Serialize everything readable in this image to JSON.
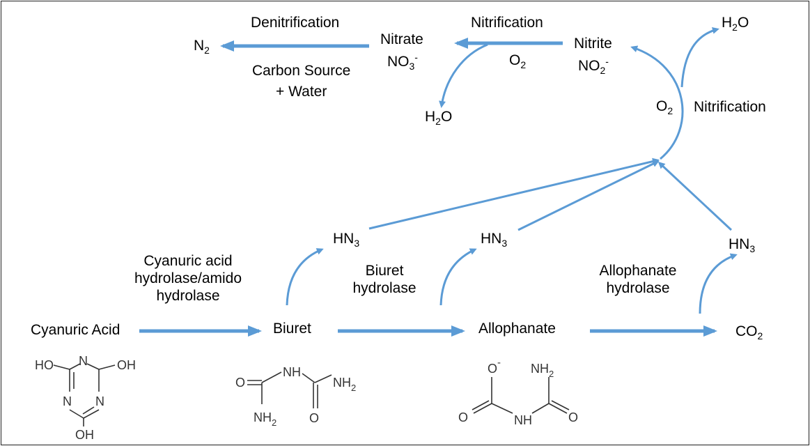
{
  "colors": {
    "arrow": "#5B9BD5",
    "text": "#000000",
    "structure": "#333333"
  },
  "top": {
    "n2": {
      "base": "N",
      "sub": "2"
    },
    "denitrification": "Denitrification",
    "carbon_source_line1": "Carbon Source",
    "carbon_source_line2": "+ Water",
    "nitrate": "Nitrate",
    "no3": {
      "base": "NO",
      "sub": "3",
      "sup": "-"
    },
    "nitrification_top": "Nitrification",
    "o2_top": {
      "base": "O",
      "sub": "2"
    },
    "h2o_left": {
      "base": "H",
      "sub": "2",
      "tail": "O"
    },
    "nitrite": "Nitrite",
    "no2": {
      "base": "NO",
      "sub": "2",
      "sup": "-"
    },
    "h2o_right": {
      "base": "H",
      "sub": "2",
      "tail": "O"
    },
    "o2_right": {
      "base": "O",
      "sub": "2"
    },
    "nitrification_right": "Nitrification"
  },
  "pathway": {
    "cyanuric_acid": "Cyanuric Acid",
    "enzyme1_line1": "Cyanuric acid",
    "enzyme1_line2": "hydrolase/amido",
    "enzyme1_line3": "hydrolase",
    "biuret": "Biuret",
    "enzyme2_line1": "Biuret",
    "enzyme2_line2": "hydrolase",
    "allophanate": "Allophanate",
    "enzyme3_line1": "Allophanate",
    "enzyme3_line2": "hydrolase",
    "co2": {
      "base": "CO",
      "sub": "2"
    },
    "hn3": {
      "base": "HN",
      "sub": "3"
    }
  },
  "structures": {
    "cyanuric": {
      "ho_left": "HO",
      "oh_right": "OH",
      "oh_bottom": "OH",
      "n_top": "N",
      "n_left": "N",
      "n_right": "N"
    },
    "biuret": {
      "o_left": "O",
      "nh": "NH",
      "nh2_top": "NH",
      "nh2_top_sub": "2",
      "nh2_bottom": "NH",
      "nh2_bottom_sub": "2",
      "o_right": "O"
    },
    "allophanate": {
      "o_minus": "O",
      "minus": "-",
      "nh2": "NH",
      "nh2_sub": "2",
      "o_left": "O",
      "nh": "NH",
      "o_right": "O"
    }
  }
}
